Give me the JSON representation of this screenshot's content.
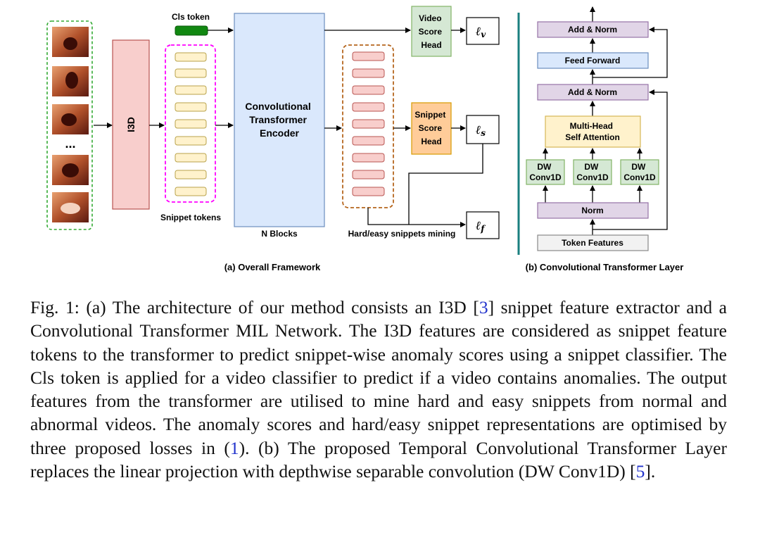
{
  "framework": {
    "cls_token": "Cls token",
    "i3d": "I3D",
    "ellipsis": "...",
    "snippet_tokens": "Snippet tokens",
    "encoder": [
      "Convolutional",
      "Transformer",
      "Encoder"
    ],
    "n_blocks": "N Blocks",
    "mining": "Hard/easy snippets mining",
    "video_head": [
      "Video",
      "Score",
      "Head"
    ],
    "snippet_head": [
      "Snippet",
      "Score",
      "Head"
    ],
    "losses": {
      "video": "ℓ",
      "video_sub": "v",
      "snippet": "ℓ",
      "snippet_sub": "s",
      "feature": "ℓ",
      "feature_sub": "f"
    },
    "caption": "(a) Overall Framework"
  },
  "layer": {
    "add_norm_top": "Add & Norm",
    "feed_forward": "Feed Forward",
    "add_norm_mid": "Add & Norm",
    "attention": [
      "Multi-Head",
      "Self Attention"
    ],
    "dw": [
      "DW",
      "Conv1D"
    ],
    "norm": "Norm",
    "token_features": "Token Features",
    "caption": "(b) Convolutional Transformer Layer"
  },
  "colors": {
    "encoder": "#dae8fc",
    "i3d": "#f8cecc",
    "token": "#fff2cc",
    "video_head": "#d5e8d4",
    "snippet_head": "#ffcc99",
    "purple": "#e1d5e7",
    "teal": "#1a7f7f",
    "magenta": "#ff00ff",
    "brown": "#b5651d",
    "green_dash": "#33aa33"
  },
  "figure_caption": {
    "prefix": "Fig. 1: (a) The architecture of our method consists an I3D [",
    "ref1": "3",
    "mid1": "] snippet feature extractor and a Convolutional Transformer MIL Network. The I3D features are considered as snippet feature tokens to the transformer to predict snippet-wise anomaly scores using a snippet classifier. The Cls token is applied for a video classifier to predict if a video contains anomalies. The output features from the transformer are utilised to mine hard and easy snippets from normal and abnormal videos. The anomaly scores and hard/easy snippet representations are optimised by three proposed losses in (",
    "ref2": "1",
    "mid2": "). (b) The proposed Temporal Convolutional Transformer Layer replaces the linear projection with depthwise separable convolution (DW Conv1D) [",
    "ref3": "5",
    "suffix": "]."
  }
}
